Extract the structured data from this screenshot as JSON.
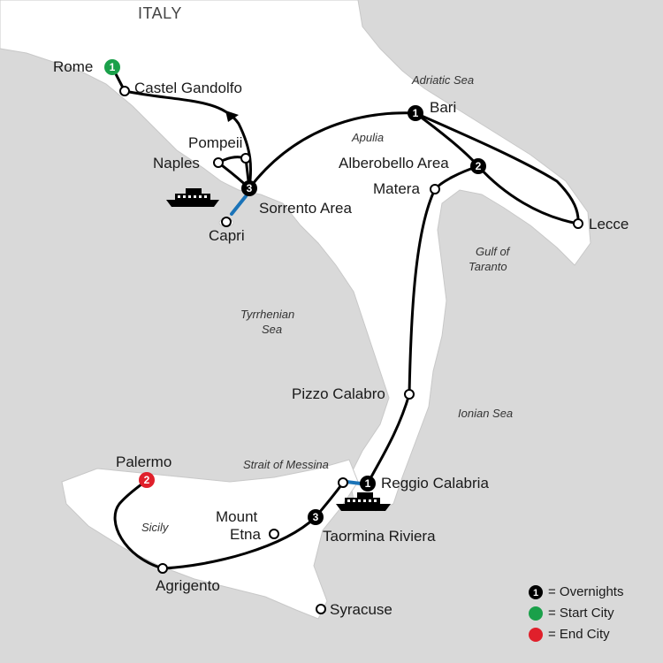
{
  "map": {
    "country_label": "ITALY",
    "colors": {
      "water": "#d9d9d9",
      "land": "#ffffff",
      "route": "#000000",
      "ferry": "#1a73b8",
      "start": "#1aa04a",
      "end": "#e0202b",
      "overnight": "#000000"
    },
    "cities": [
      {
        "id": "rome",
        "name": "Rome",
        "marker": "start",
        "nights": "1"
      },
      {
        "id": "castel-gandolfo",
        "name": "Castel Gandolfo",
        "marker": "stop"
      },
      {
        "id": "pompeii",
        "name": "Pompeii",
        "marker": "stop"
      },
      {
        "id": "naples",
        "name": "Naples",
        "marker": "stop"
      },
      {
        "id": "sorrento-area",
        "name": "Sorrento Area",
        "marker": "overnight",
        "nights": "3"
      },
      {
        "id": "capri",
        "name": "Capri",
        "marker": "stop"
      },
      {
        "id": "bari",
        "name": "Bari",
        "marker": "overnight",
        "nights": "1"
      },
      {
        "id": "alberobello-area",
        "name": "Alberobello Area",
        "marker": "overnight",
        "nights": "2"
      },
      {
        "id": "matera",
        "name": "Matera",
        "marker": "stop"
      },
      {
        "id": "lecce",
        "name": "Lecce",
        "marker": "stop"
      },
      {
        "id": "pizzo-calabro",
        "name": "Pizzo Calabro",
        "marker": "stop"
      },
      {
        "id": "reggio-calabria",
        "name": "Reggio Calabria",
        "marker": "overnight",
        "nights": "1"
      },
      {
        "id": "taormina-riviera",
        "name": "Taormina Riviera",
        "marker": "overnight",
        "nights": "3"
      },
      {
        "id": "mount-etna",
        "name_line1": "Mount",
        "name_line2": "Etna",
        "marker": "stop"
      },
      {
        "id": "palermo",
        "name": "Palermo",
        "marker": "end",
        "nights": "2"
      },
      {
        "id": "agrigento",
        "name": "Agrigento",
        "marker": "stop"
      },
      {
        "id": "syracuse",
        "name": "Syracuse",
        "marker": "stop"
      }
    ],
    "regions": {
      "adriatic_sea": "Adriatic Sea",
      "apulia": "Apulia",
      "gulf_line1": "Gulf of",
      "gulf_line2": "Taranto",
      "tyrrhenian_line1": "Tyrrhenian",
      "tyrrhenian_line2": "Sea",
      "ionian_sea": "Ionian Sea",
      "strait_of_messina": "Strait of Messina",
      "sicily": "Sicily"
    },
    "icons": [
      "ferry-icon",
      "ferry-icon"
    ],
    "legend": [
      {
        "symbol": "1",
        "color": "#000000",
        "label": "= Overnights"
      },
      {
        "symbol": "",
        "color": "#1aa04a",
        "label": "= Start City"
      },
      {
        "symbol": "",
        "color": "#e0202b",
        "label": "= End City"
      }
    ]
  }
}
